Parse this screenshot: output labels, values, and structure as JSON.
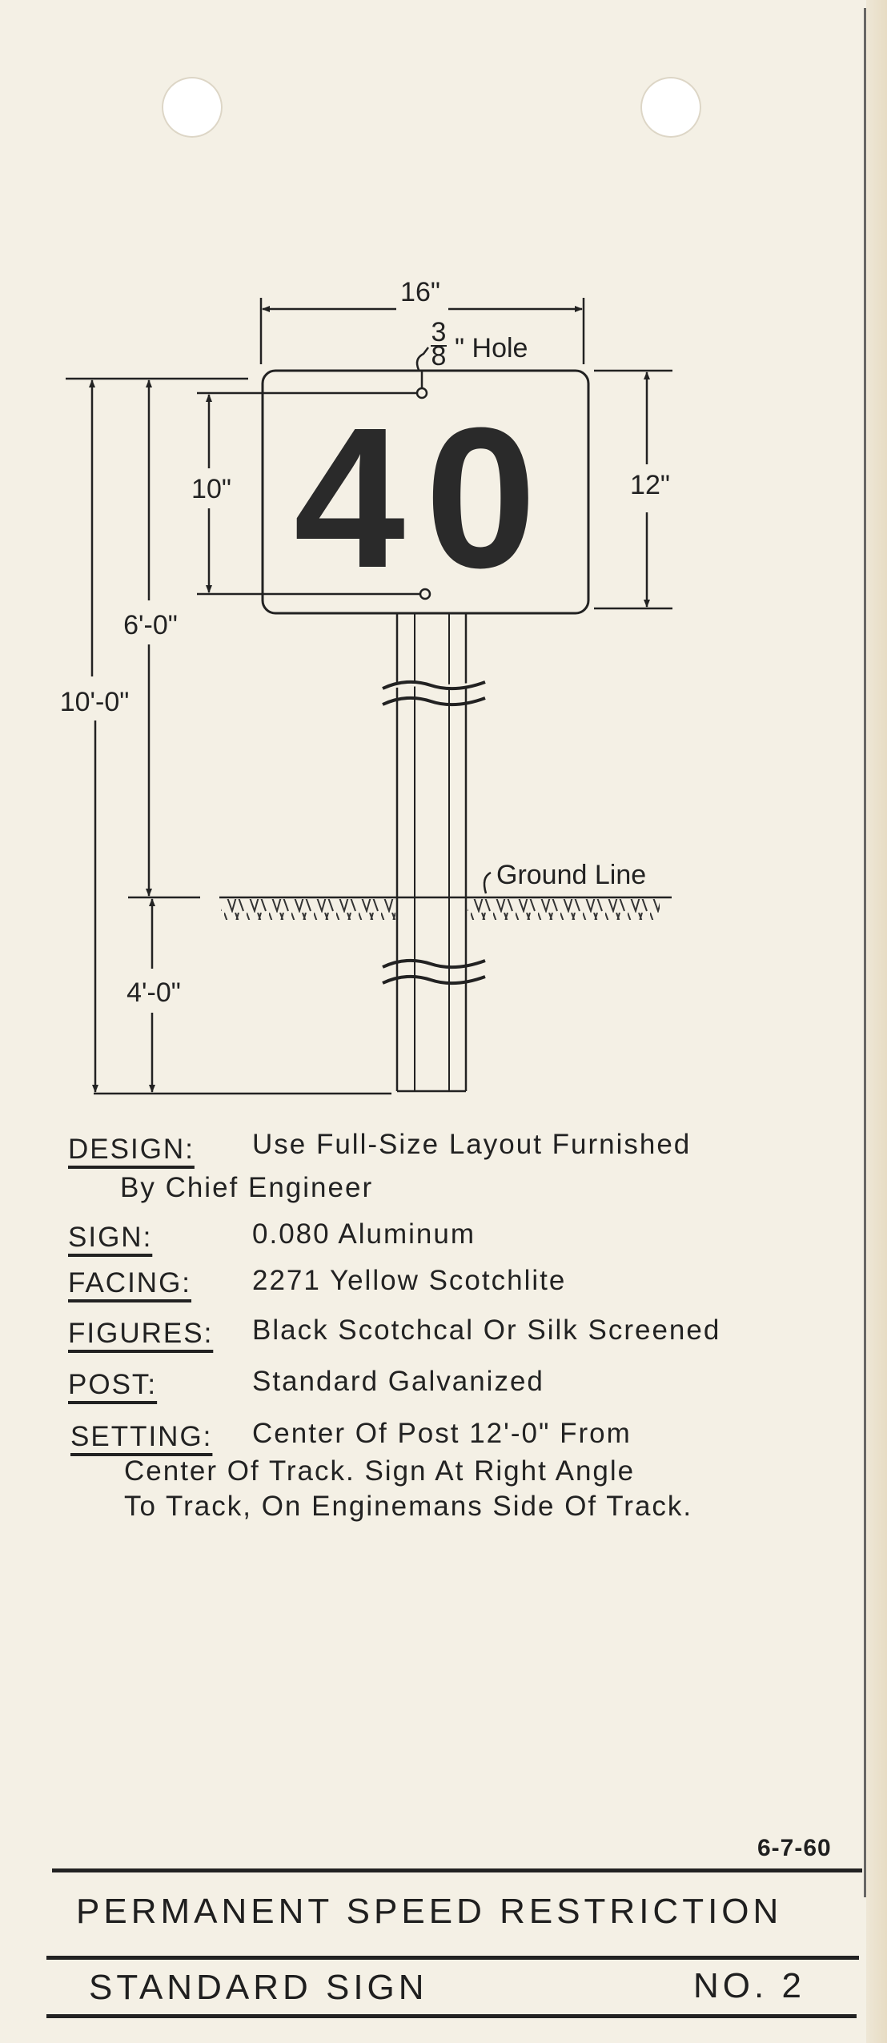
{
  "drawing": {
    "width_dim": "16\"",
    "hole_num": "3",
    "hole_den": "8",
    "hole_label": "\" Hole",
    "sign_height_dim": "12\"",
    "hole_spacing_dim": "10\"",
    "sign_number": "40",
    "height_above_ground": "6'-0\"",
    "total_length": "10'-0\"",
    "embedment": "4'-0\"",
    "ground_line": "Ground Line"
  },
  "specs": [
    {
      "label": "DESIGN:",
      "value": "Use Full-Size Layout Furnished",
      "cont": [
        "By Chief Engineer"
      ]
    },
    {
      "label": "SIGN:",
      "value": "0.080 Aluminum"
    },
    {
      "label": "FACING:",
      "value": "2271 Yellow Scotchlite"
    },
    {
      "label": "FIGURES:",
      "value": "Black Scotchcal Or Silk Screened"
    },
    {
      "label": "POST:",
      "value": "Standard Galvanized"
    },
    {
      "label": "SETTING:",
      "value": "Center Of Post 12'-0\" From",
      "cont": [
        "Center Of Track. Sign At Right Angle",
        "To Track, On Enginemans Side Of Track."
      ]
    }
  ],
  "footer": {
    "date": "6-7-60",
    "title": "PERMANENT SPEED RESTRICTION",
    "subtitle": "STANDARD SIGN",
    "number": "NO. 2"
  }
}
